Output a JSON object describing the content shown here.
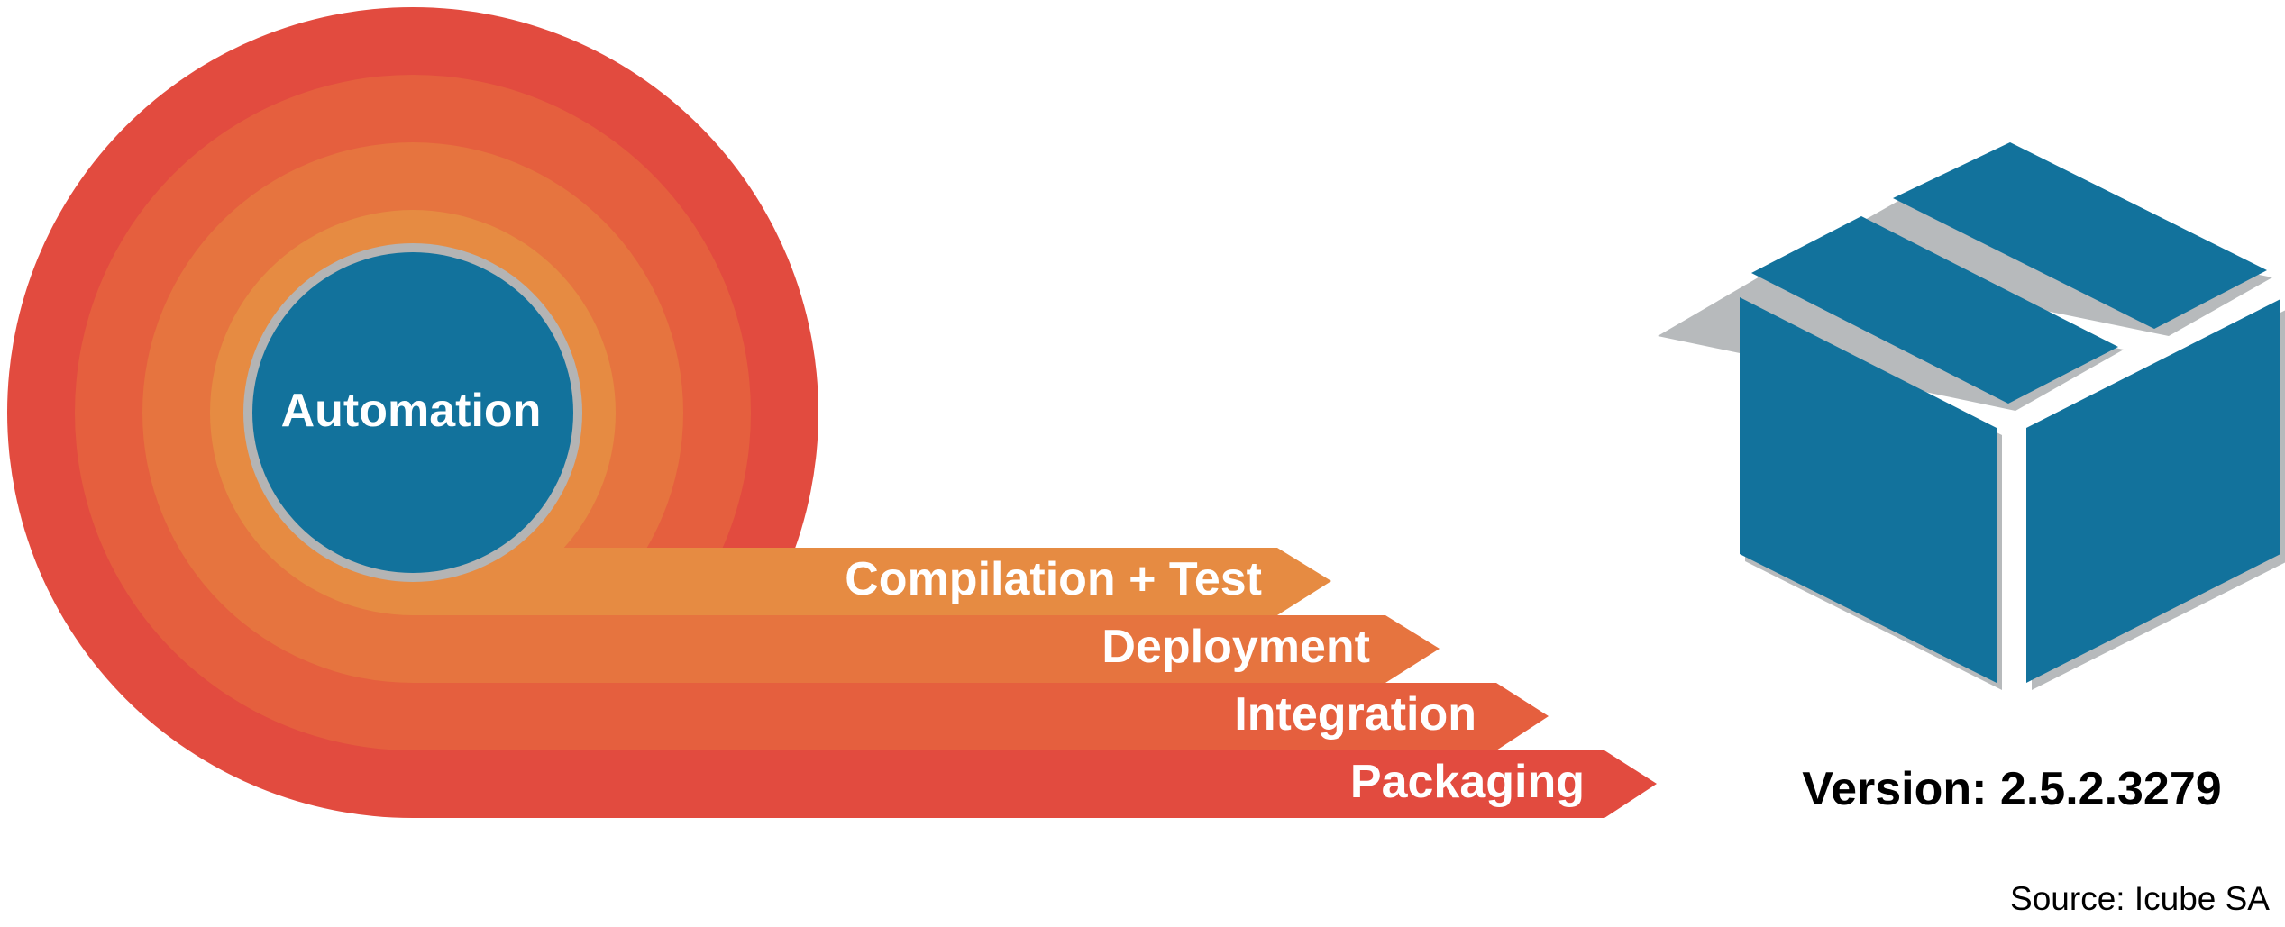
{
  "hub": {
    "label": "Automation"
  },
  "stages": [
    {
      "label": "Compilation + Test",
      "color": "#E68B42"
    },
    {
      "label": "Deployment",
      "color": "#E6743F"
    },
    {
      "label": "Integration",
      "color": "#E55F3E"
    },
    {
      "label": "Packaging",
      "color": "#E24B3F"
    }
  ],
  "product": {
    "icon": "package-box-icon",
    "color": "#12729C",
    "shadow_color": "#B7BABC"
  },
  "version": {
    "text": "Version: 2.5.2.3279"
  },
  "source": {
    "text": "Source: Icube SA"
  },
  "colors": {
    "hub_fill": "#12729C",
    "hub_ring": "#B4B4B4"
  }
}
